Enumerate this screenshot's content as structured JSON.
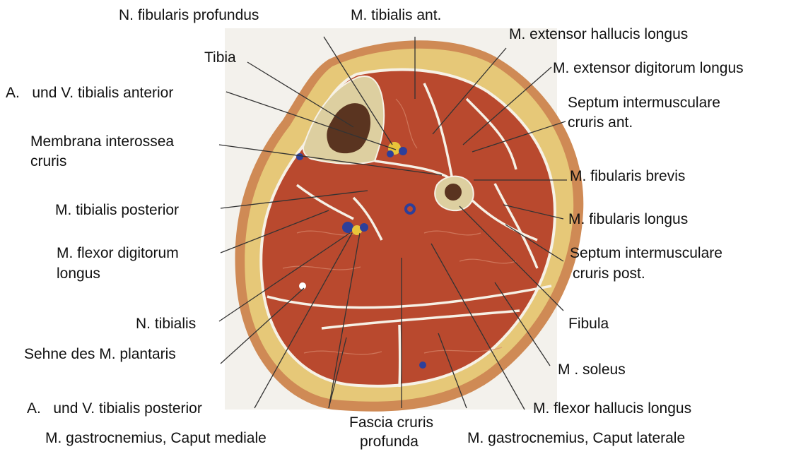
{
  "colors": {
    "background": "#ffffff",
    "specimen_backdrop": "#f3f1ec",
    "fat": "#e6c878",
    "skin": "#cf8a55",
    "muscle": "#b9492e",
    "bone": "#ddcfa0",
    "marrow": "#5a3420",
    "fascia": "#f6f1e6",
    "artery": "#2d3f9a",
    "nerve": "#e8c43a",
    "leader_line": "#333333"
  },
  "labels": {
    "n_fibularis_profundus": "N. fibularis profundus",
    "m_tibialis_ant": "M. tibialis ant.",
    "m_extensor_hallucis_longus": "M. extensor hallucis longus",
    "m_extensor_digitorum_longus": "M. extensor digitorum longus",
    "tibia": "Tibia",
    "a_und_v_tibialis_anterior": "A.   und V. tibialis anterior",
    "septum_intermusculare_ant_1": "Septum intermusculare",
    "septum_intermusculare_ant_2": "cruris ant.",
    "membrana_interossea_1": "Membrana interossea",
    "membrana_interossea_2": "cruris",
    "m_fibularis_brevis": "M. fibularis brevis",
    "m_tibialis_posterior": "M. tibialis posterior",
    "m_fibularis_longus": "M. fibularis longus",
    "m_flexor_digitorum_longus_1": "M. flexor digitorum",
    "m_flexor_digitorum_longus_2": "longus",
    "septum_intermusculare_post_1": "Septum intermusculare",
    "septum_intermusculare_post_2": "cruris post.",
    "n_tibialis": "N. tibialis",
    "fibula": "Fibula",
    "sehne_m_plantaris": "Sehne des M. plantaris",
    "m_soleus": "M . soleus",
    "a_und_v_tibialis_posterior": "A.   und V. tibialis posterior",
    "m_flexor_hallucis_longus": "M. flexor hallucis longus",
    "m_gastrocnemius_caput_mediale": "M. gastrocnemius, Caput mediale",
    "fascia_cruris_profunda_1": "Fascia cruris",
    "fascia_cruris_profunda_2": "profunda",
    "m_gastrocnemius_caput_laterale": "M. gastrocnemius, Caput laterale"
  }
}
